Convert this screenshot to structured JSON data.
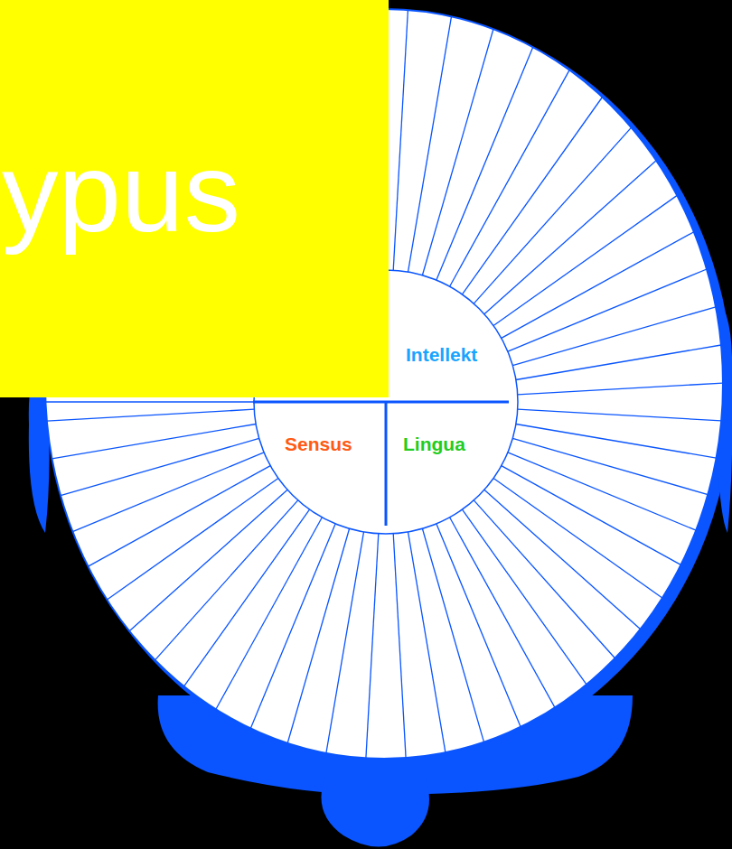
{
  "diagram": {
    "nodes": [
      {
        "text": [
          "ypus"
        ]
      }
    ],
    "labels": [
      "Intellekt",
      "Sensus",
      "Lingua"
    ]
  }
}
